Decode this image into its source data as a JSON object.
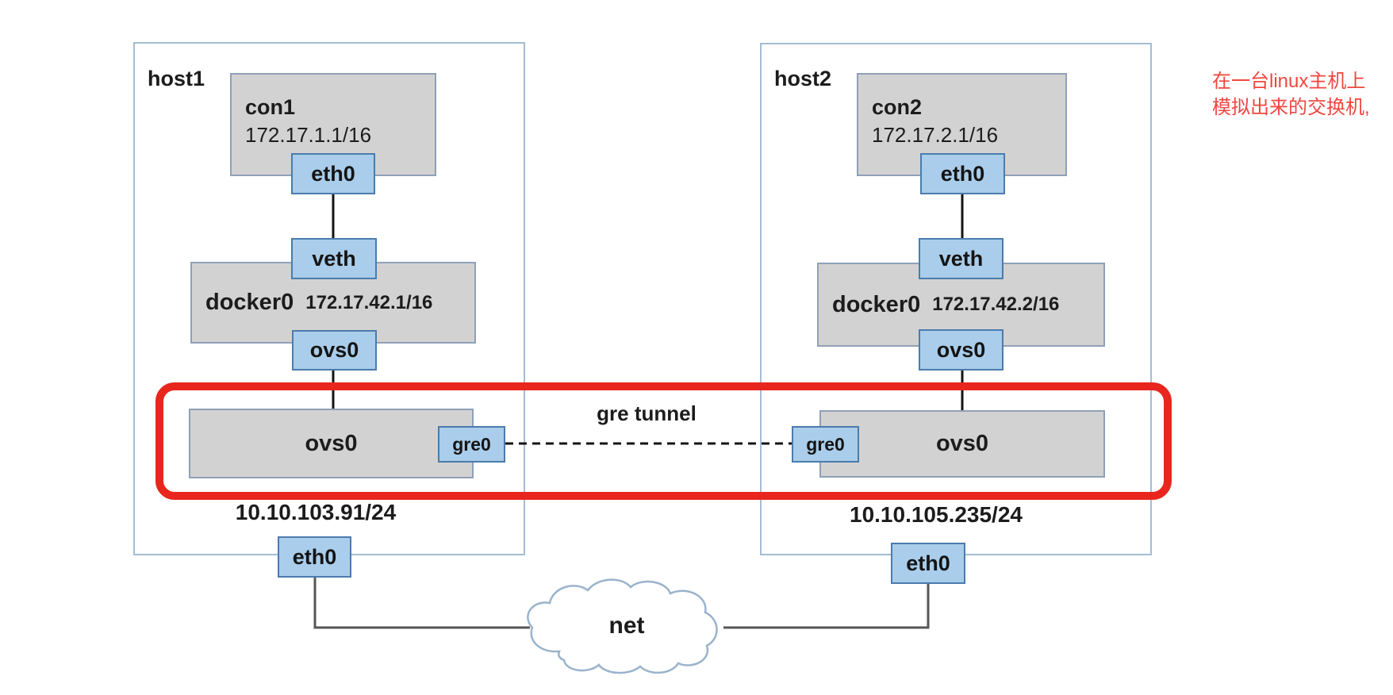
{
  "hosts": [
    {
      "name": "host1",
      "container": {
        "name": "con1",
        "ip": "172.17.1.1/16",
        "port": "eth0"
      },
      "veth": "veth",
      "docker_bridge": {
        "name": "docker0",
        "ip": "172.17.42.1/16",
        "port": "ovs0"
      },
      "ovs_bridge": {
        "name": "ovs0",
        "gre_port": "gre0"
      },
      "host_ip": "10.10.103.91/24",
      "nic": "eth0"
    },
    {
      "name": "host2",
      "container": {
        "name": "con2",
        "ip": "172.17.2.1/16",
        "port": "eth0"
      },
      "veth": "veth",
      "docker_bridge": {
        "name": "docker0",
        "ip": "172.17.42.2/16",
        "port": "ovs0"
      },
      "ovs_bridge": {
        "name": "ovs0",
        "gre_port": "gre0"
      },
      "host_ip": "10.10.105.235/24",
      "nic": "eth0"
    }
  ],
  "tunnel": {
    "label": "gre tunnel"
  },
  "cloud": {
    "label": "net"
  },
  "annotation": {
    "line1": "在一台linux主机上",
    "line2": "模拟出来的交换机,"
  },
  "colors": {
    "highlight_red": "#e8261d",
    "annotation_red": "#ef463f",
    "port_blue": "#a9cdea",
    "port_border_blue": "#4b7cac",
    "box_gray": "#d3d2d2",
    "host_border_blue": "#a3bdd4"
  }
}
